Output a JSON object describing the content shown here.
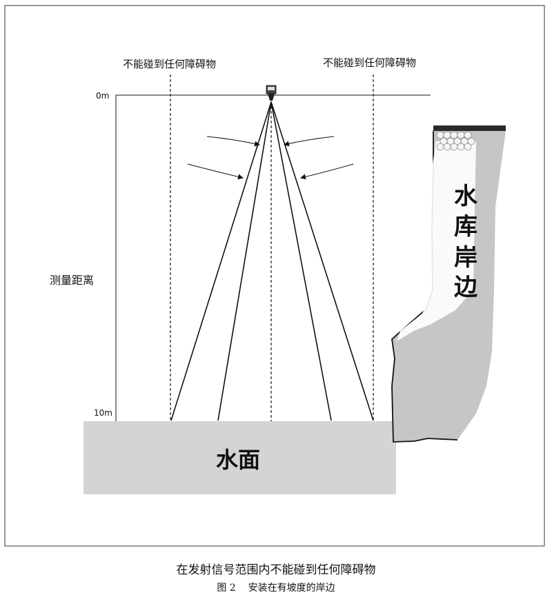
{
  "labels": {
    "left_warning": "不能碰到任何障碍物",
    "right_warning": "不能碰到任何障碍物",
    "top_mark": "0m",
    "bottom_mark": "10m",
    "measure_distance": "测量距离",
    "water_surface": "水面",
    "bank": [
      "水",
      "库",
      "岸",
      "边"
    ]
  },
  "caption": {
    "main": "在发射信号范围内不能碰到任何障碍物",
    "figure": "图 2    安装在有坡度的岸边"
  },
  "colors": {
    "water": "#d4d4d4",
    "bank": "#c6c6c6",
    "line": "#111111"
  }
}
